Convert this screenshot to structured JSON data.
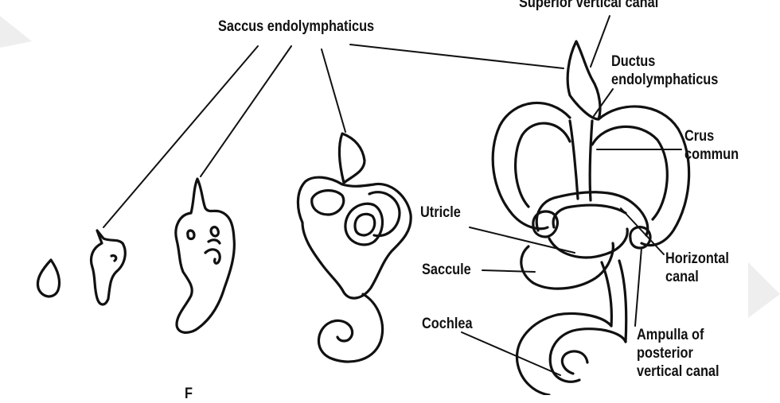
{
  "labels": {
    "superior_vertical_canal": "Superior vertical canal",
    "saccus_endolymphaticus": "Saccus endolymphaticus",
    "ductus_endolymphaticus": [
      "Ductus",
      "endolymphaticus"
    ],
    "crus_commune": [
      "Crus",
      "commun"
    ],
    "utricle": "Utricle",
    "saccule": "Saccule",
    "cochlea": "Cochlea",
    "horizontal_canal": [
      "Horizontal",
      "canal"
    ],
    "ampulla": [
      "Ampulla of",
      "posterior",
      "vertical canal"
    ],
    "bottom_partial": "F"
  },
  "colors": {
    "ink": "#111111",
    "background": "#ffffff",
    "corner_shade": "#ececec"
  }
}
